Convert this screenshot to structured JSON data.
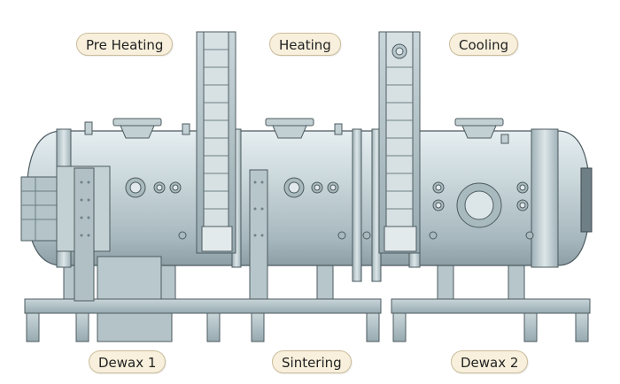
{
  "labels": {
    "pre_heating": "Pre Heating",
    "heating": "Heating",
    "cooling": "Cooling",
    "dewax_1": "Dewax 1",
    "sintering": "Sintering",
    "dewax_2": "Dewax 2"
  },
  "colors": {
    "body": "#c3d1d6",
    "body_dark": "#8fa2a9",
    "frame": "#a9babf",
    "outline": "#4d5b60",
    "label_fill": "#f8f0dc",
    "label_border": "#cbbd9c"
  }
}
